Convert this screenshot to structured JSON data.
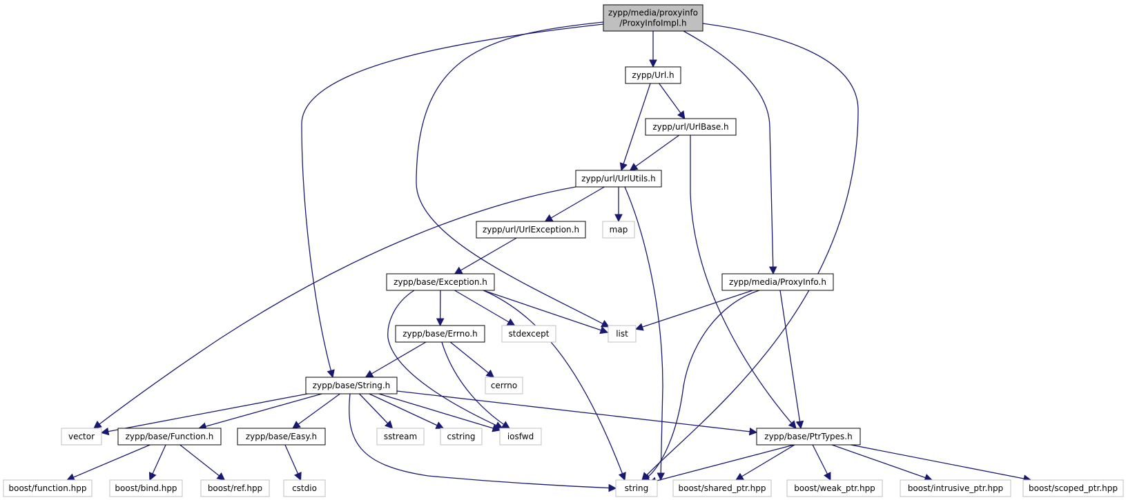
{
  "colors": {
    "edge": "#191970",
    "root_fill": "#bfbfbf",
    "node_border": "#000000",
    "external_border": "#bfbfbf",
    "background": "#ffffff"
  },
  "nodes": [
    {
      "id": "root",
      "lines": [
        "zypp/media/proxyinfo",
        "/ProxyInfoImpl.h"
      ],
      "kind": "root"
    },
    {
      "id": "url",
      "lines": [
        "zypp/Url.h"
      ],
      "kind": "header"
    },
    {
      "id": "urlbase",
      "lines": [
        "zypp/url/UrlBase.h"
      ],
      "kind": "header"
    },
    {
      "id": "urlutils",
      "lines": [
        "zypp/url/UrlUtils.h"
      ],
      "kind": "header"
    },
    {
      "id": "urlexception",
      "lines": [
        "zypp/url/UrlException.h"
      ],
      "kind": "header"
    },
    {
      "id": "map",
      "lines": [
        "map"
      ],
      "kind": "external"
    },
    {
      "id": "exception",
      "lines": [
        "zypp/base/Exception.h"
      ],
      "kind": "header"
    },
    {
      "id": "proxyinfo",
      "lines": [
        "zypp/media/ProxyInfo.h"
      ],
      "kind": "header"
    },
    {
      "id": "errno",
      "lines": [
        "zypp/base/Errno.h"
      ],
      "kind": "header"
    },
    {
      "id": "stdexcept",
      "lines": [
        "stdexcept"
      ],
      "kind": "external"
    },
    {
      "id": "list",
      "lines": [
        "list"
      ],
      "kind": "external"
    },
    {
      "id": "cerrno",
      "lines": [
        "cerrno"
      ],
      "kind": "external"
    },
    {
      "id": "string_h",
      "lines": [
        "zypp/base/String.h"
      ],
      "kind": "header"
    },
    {
      "id": "vector",
      "lines": [
        "vector"
      ],
      "kind": "external"
    },
    {
      "id": "function_h",
      "lines": [
        "zypp/base/Function.h"
      ],
      "kind": "header"
    },
    {
      "id": "easy",
      "lines": [
        "zypp/base/Easy.h"
      ],
      "kind": "header"
    },
    {
      "id": "sstream",
      "lines": [
        "sstream"
      ],
      "kind": "external"
    },
    {
      "id": "cstring",
      "lines": [
        "cstring"
      ],
      "kind": "external"
    },
    {
      "id": "iosfwd",
      "lines": [
        "iosfwd"
      ],
      "kind": "external"
    },
    {
      "id": "ptrtypes",
      "lines": [
        "zypp/base/PtrTypes.h"
      ],
      "kind": "header"
    },
    {
      "id": "boost_function",
      "lines": [
        "boost/function.hpp"
      ],
      "kind": "external"
    },
    {
      "id": "boost_bind",
      "lines": [
        "boost/bind.hpp"
      ],
      "kind": "external"
    },
    {
      "id": "boost_ref",
      "lines": [
        "boost/ref.hpp"
      ],
      "kind": "external"
    },
    {
      "id": "cstdio",
      "lines": [
        "cstdio"
      ],
      "kind": "external"
    },
    {
      "id": "string",
      "lines": [
        "string"
      ],
      "kind": "external"
    },
    {
      "id": "boost_shared",
      "lines": [
        "boost/shared_ptr.hpp"
      ],
      "kind": "external"
    },
    {
      "id": "boost_weak",
      "lines": [
        "boost/weak_ptr.hpp"
      ],
      "kind": "external"
    },
    {
      "id": "boost_intrusive",
      "lines": [
        "boost/intrusive_ptr.hpp"
      ],
      "kind": "external"
    },
    {
      "id": "boost_scoped",
      "lines": [
        "boost/scoped_ptr.hpp"
      ],
      "kind": "external"
    }
  ],
  "edges": [
    {
      "from": "root",
      "to": "url"
    },
    {
      "from": "root",
      "to": "list"
    },
    {
      "from": "root",
      "to": "string_h"
    },
    {
      "from": "root",
      "to": "proxyinfo"
    },
    {
      "from": "root",
      "to": "string"
    },
    {
      "from": "url",
      "to": "urlbase"
    },
    {
      "from": "url",
      "to": "urlutils"
    },
    {
      "from": "urlbase",
      "to": "urlutils"
    },
    {
      "from": "urlbase",
      "to": "ptrtypes"
    },
    {
      "from": "urlutils",
      "to": "urlexception"
    },
    {
      "from": "urlutils",
      "to": "map"
    },
    {
      "from": "urlutils",
      "to": "vector"
    },
    {
      "from": "urlutils",
      "to": "string"
    },
    {
      "from": "urlexception",
      "to": "exception"
    },
    {
      "from": "exception",
      "to": "errno"
    },
    {
      "from": "exception",
      "to": "stdexcept"
    },
    {
      "from": "exception",
      "to": "list"
    },
    {
      "from": "exception",
      "to": "iosfwd"
    },
    {
      "from": "exception",
      "to": "string"
    },
    {
      "from": "errno",
      "to": "cerrno"
    },
    {
      "from": "errno",
      "to": "string_h"
    },
    {
      "from": "errno",
      "to": "iosfwd"
    },
    {
      "from": "proxyinfo",
      "to": "list"
    },
    {
      "from": "proxyinfo",
      "to": "ptrtypes"
    },
    {
      "from": "proxyinfo",
      "to": "string"
    },
    {
      "from": "string_h",
      "to": "vector"
    },
    {
      "from": "string_h",
      "to": "function_h"
    },
    {
      "from": "string_h",
      "to": "easy"
    },
    {
      "from": "string_h",
      "to": "sstream"
    },
    {
      "from": "string_h",
      "to": "cstring"
    },
    {
      "from": "string_h",
      "to": "iosfwd"
    },
    {
      "from": "string_h",
      "to": "ptrtypes"
    },
    {
      "from": "string_h",
      "to": "string"
    },
    {
      "from": "function_h",
      "to": "boost_function"
    },
    {
      "from": "function_h",
      "to": "boost_bind"
    },
    {
      "from": "function_h",
      "to": "boost_ref"
    },
    {
      "from": "easy",
      "to": "cstdio"
    },
    {
      "from": "ptrtypes",
      "to": "string"
    },
    {
      "from": "ptrtypes",
      "to": "boost_shared"
    },
    {
      "from": "ptrtypes",
      "to": "boost_weak"
    },
    {
      "from": "ptrtypes",
      "to": "boost_intrusive"
    },
    {
      "from": "ptrtypes",
      "to": "boost_scoped"
    }
  ]
}
